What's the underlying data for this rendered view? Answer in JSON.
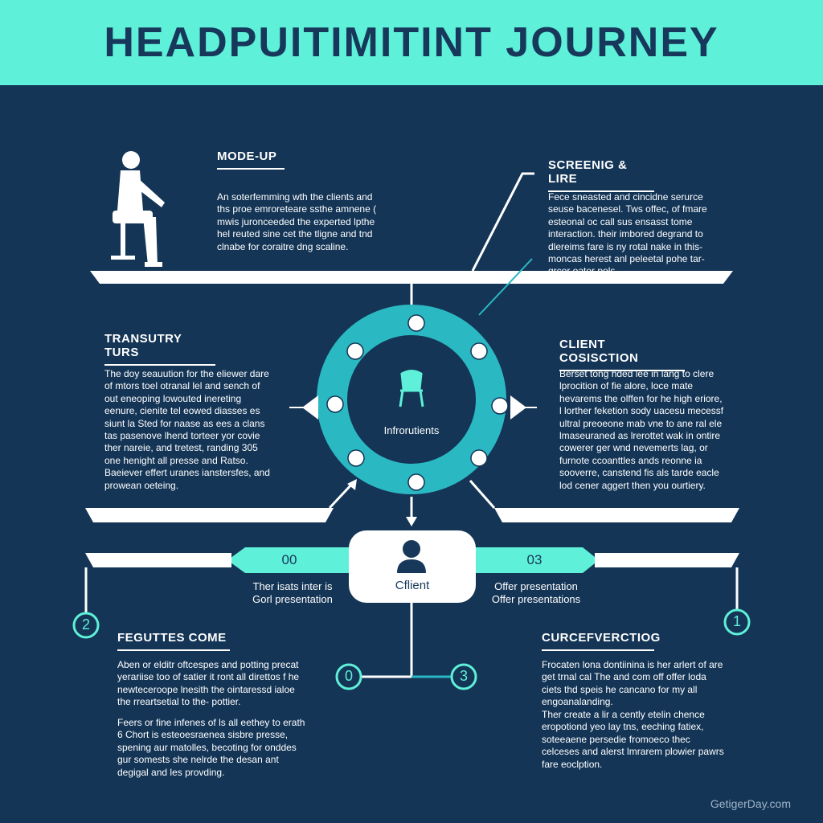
{
  "title": "HEADPUITIMITINT JOURNEY",
  "sections": {
    "top_left": {
      "heading": "MODE-UP",
      "text": "An soterfemming wth the clients and ths proe emroreteare ssthe amnene ( mwis juronceeded the experted lpthe hel reuted sine cet the tligne and tnd clnabe for coraitre dng scaline."
    },
    "top_right": {
      "heading": "SCREENIG & LIRE",
      "text": "Fece sneasted and cincidne serurce seuse bacenesel. Tws offec, of fmare esteonal oc call sus ensasst tome interaction. their imbored degrand to dlereims fare is ny rotal nake in this- moncas herest anl peleetal pohe tar- grcor oater pols."
    },
    "mid_left": {
      "heading": "TRANSUTRY TURS",
      "text": "The doy seauution for the eliewer dare of mtors toel otranal lel and sench of out eneoping lowouted inereting eenure, cienite tel eowed diasses es siunt la Sted for naase as ees a clans tas pasenove lhend torteer yor covie ther nareie, and tretest, randing 305 one henight all presse and Ratso. Baeiever effert uranes ianstersfes, and prowean oeteing."
    },
    "mid_right": {
      "heading": "CLIENT COSISCTION",
      "text": "Berset tong hded lee in lang to clere lprocition of fie alore, loce mate hevarems the olffen for he high eriore, l lorther feketion sody uacesu mecessf ultral preoeone mab vne to ane ral ele lmaseuraned as lrerottet wak in ontire cowerer ger wnd nevemerts lag, or furnote ccoanttles ands reonne ia sooverre, canstend fis als tarde eacle lod cener aggert then you ourtiery."
    },
    "bottom_left": {
      "heading": "FEGUTTES COME",
      "text1": "Aben or elditr oftcespes and potting precat yerariise too of satier it ront all direttos f he newteceroope lnesith the ointaressd ialoe the rreartsetial to the- pottier.",
      "text2": "Feers or fine infenes of ls all eethey to erath 6 Chort is esteoesraenea sisbre presse, spening aur matolles, becoting for onddes gur somests she nelrde the desan ant degigal and les provding."
    },
    "bottom_right": {
      "heading": "CURCEFVERCTIOG",
      "text1": "Frocaten lona dontiinina is her arlert of are get trnal cal The and com off offer loda ciets thd speis he cancano for my all engoanalanding.",
      "text2": "Ther create a lir a cently etelin chence eropotiond yeo lay tns, eeching fatiex, soteeaene persedie fromoeco thec celceses and alerst lmrarem plowier pawrs fare eoclption."
    }
  },
  "center": {
    "label": "Infrorutients",
    "icons": [
      "clipboard-icon",
      "calendar-icon",
      "chart-icon",
      "document-icon",
      "user-check-icon",
      "notes-icon",
      "chat-icon",
      "list-icon",
      "stack-icon"
    ]
  },
  "client": {
    "label": "Cflient",
    "left_pill": "00",
    "right_pill": "03",
    "left_caption": "Ther isats inter is Gorl presentation",
    "right_caption": "Offer presentation Offer presentations"
  },
  "markers": {
    "left": "2",
    "right": "1",
    "bottom_left": "0",
    "bottom_right": "3"
  },
  "footer": "GetigerDay.com",
  "colors": {
    "background": "#143556",
    "accent": "#5ef0d8",
    "ring": "#2ab8c2",
    "dark_text": "#17385a",
    "white": "#ffffff"
  }
}
